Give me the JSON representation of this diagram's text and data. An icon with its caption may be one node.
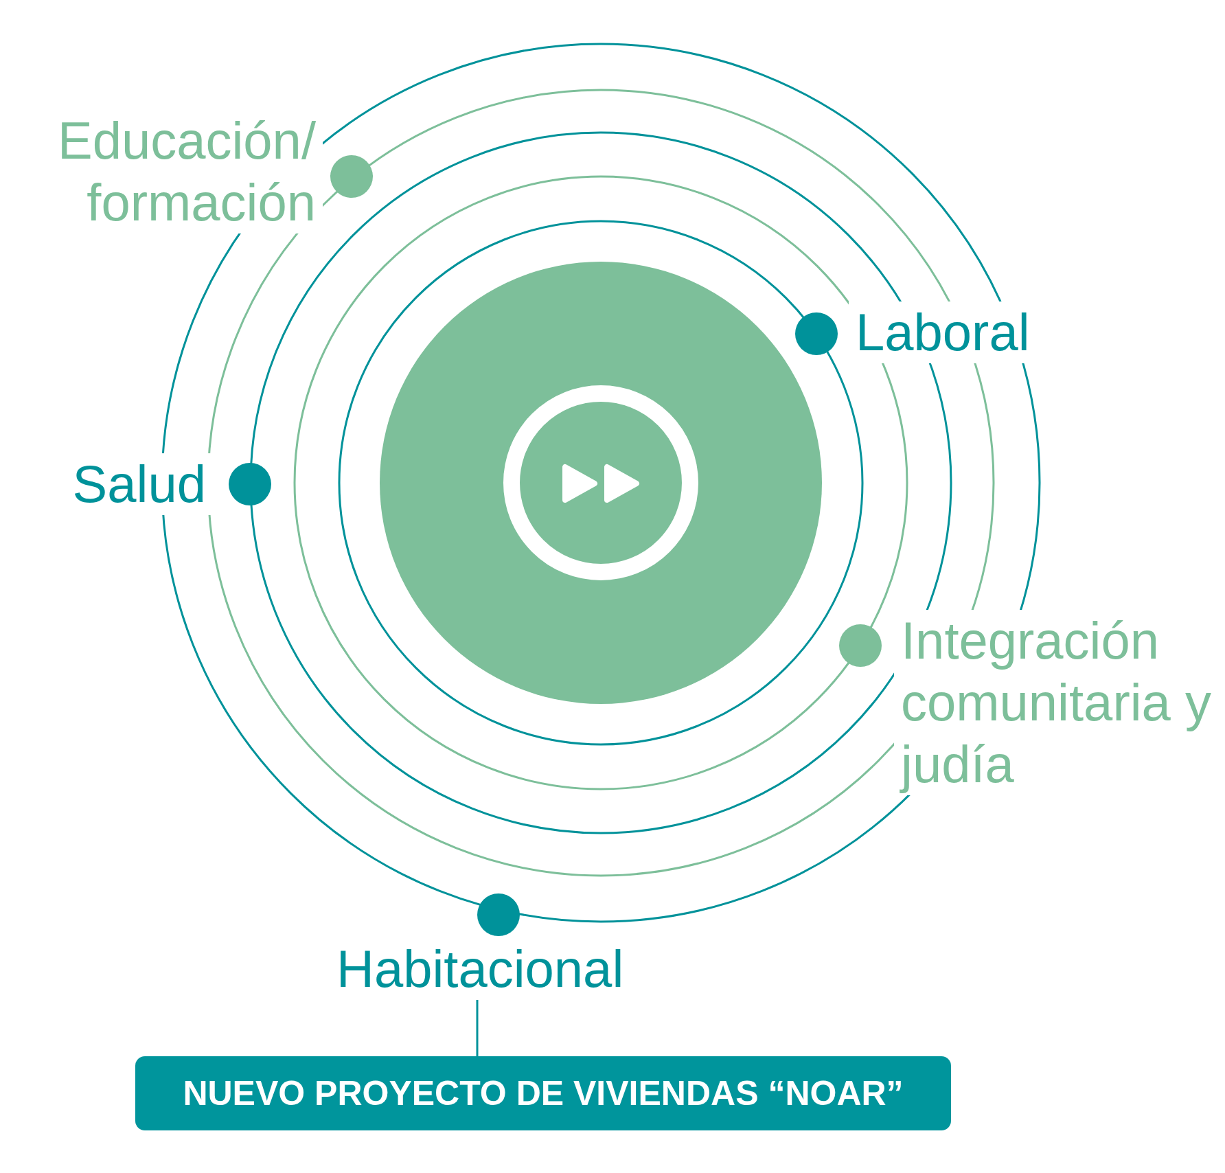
{
  "diagram": {
    "nodes": [
      {
        "text": [
          "Educación/ formación"
        ]
      },
      {
        "text": [
          "Laboral"
        ]
      },
      {
        "text": [
          "Salud"
        ]
      },
      {
        "text": [
          "Integración comunitaria y judía"
        ]
      },
      {
        "text": [
          "Habitacional"
        ]
      },
      {
        "text": [
          "NUEVO PROYECTO DE VIVIENDAS “NOAR”"
        ]
      }
    ],
    "edges": [
      {
        "from": 4,
        "to": 5,
        "arrow": "none"
      }
    ]
  }
}
